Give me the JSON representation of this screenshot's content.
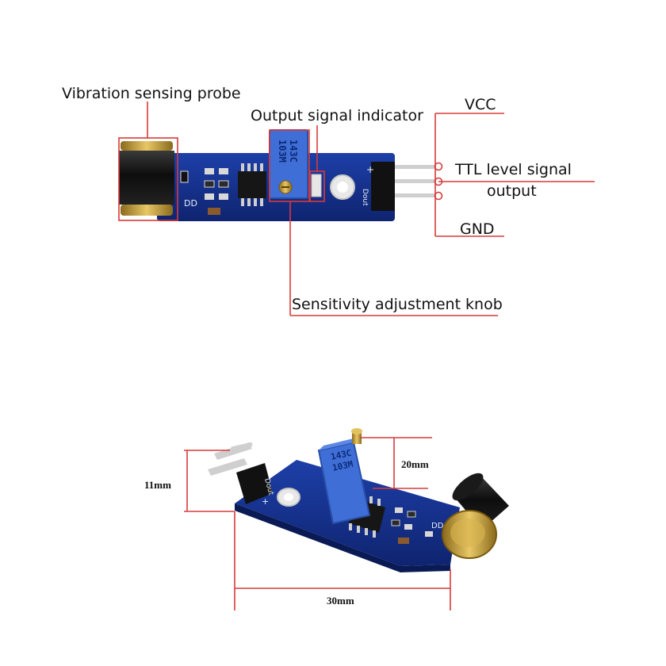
{
  "top_callouts": {
    "probe": "Vibration sensing probe",
    "indicator": "Output signal indicator",
    "vcc": "VCC",
    "ttl_line1": "TTL level signal",
    "ttl_line2": "output",
    "gnd": "GND",
    "knob": "Sensitivity adjustment knob"
  },
  "pcb_silk": {
    "pin_label": "Dout",
    "plus": "+",
    "minus": "-",
    "pot_code_1": "143C",
    "pot_code_2": "103M"
  },
  "dimensions": {
    "height_11": "11mm",
    "height_20": "20mm",
    "length_30": "30mm"
  },
  "colors": {
    "callout_line": "#d93a3a",
    "pcb_blue": "#17318a",
    "pot_blue": "#3f6fd6",
    "probe_gold": "#c9a13a"
  }
}
